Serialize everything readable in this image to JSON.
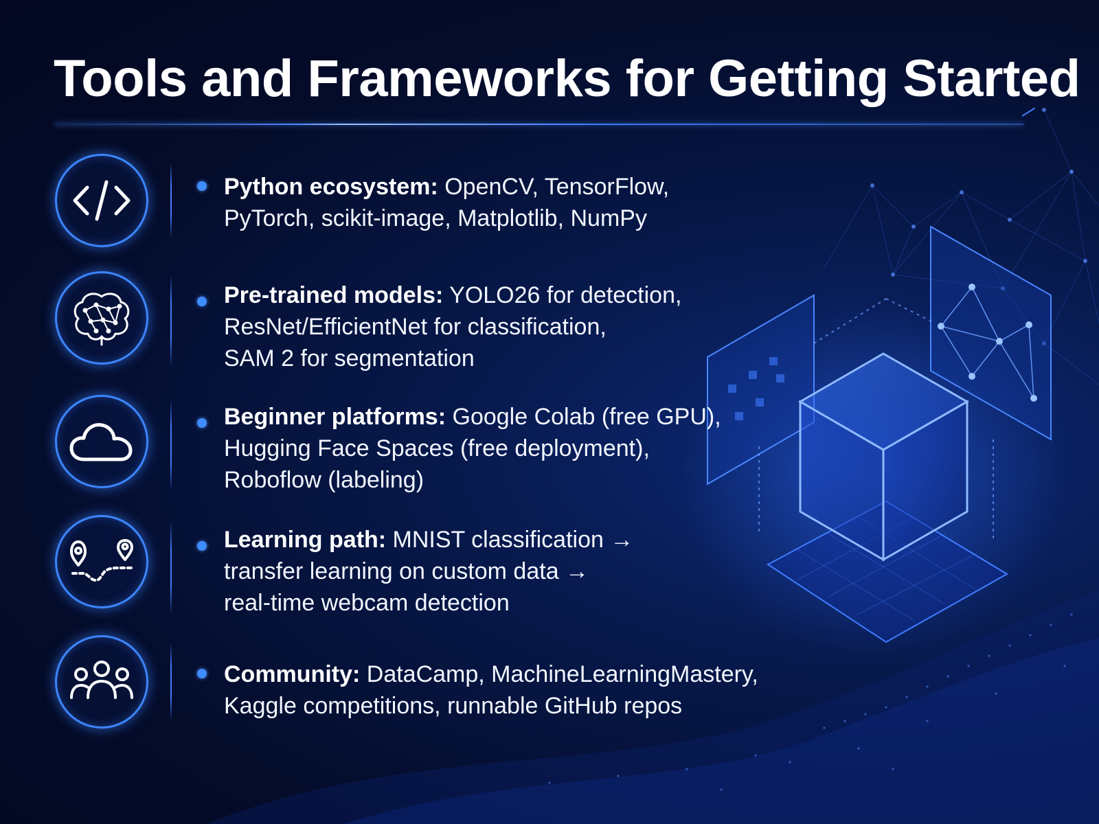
{
  "title": "Tools and Frameworks for Getting Started",
  "colors": {
    "accent": "#3f8cff",
    "background": "#040c2a",
    "text": "#ffffff"
  },
  "items": [
    {
      "icon": "code-icon",
      "label": "Python ecosystem:",
      "line1": " OpenCV, TensorFlow,",
      "line2": "PyTorch, scikit-image, Matplotlib, NumPy",
      "line3": ""
    },
    {
      "icon": "brain-network-icon",
      "label": "Pre-trained models:",
      "line1": " YOLO26 for detection,",
      "line2": "ResNet/EfficientNet for classification,",
      "line3": "SAM 2 for segmentation"
    },
    {
      "icon": "cloud-icon",
      "label": "Beginner platforms:",
      "line1": " Google Colab (free GPU),",
      "line2": "Hugging Face Spaces (free deployment),",
      "line3": "Roboflow (labeling)"
    },
    {
      "icon": "route-pins-icon",
      "label": "Learning path:",
      "line1": " MNIST classification →",
      "line2": "transfer learning on custom data →",
      "line3": "real-time webcam detection"
    },
    {
      "icon": "community-people-icon",
      "label": "Community:",
      "line1": " DataCamp, MachineLearningMastery,",
      "line2": "Kaggle competitions, runnable GitHub repos",
      "line3": ""
    }
  ]
}
